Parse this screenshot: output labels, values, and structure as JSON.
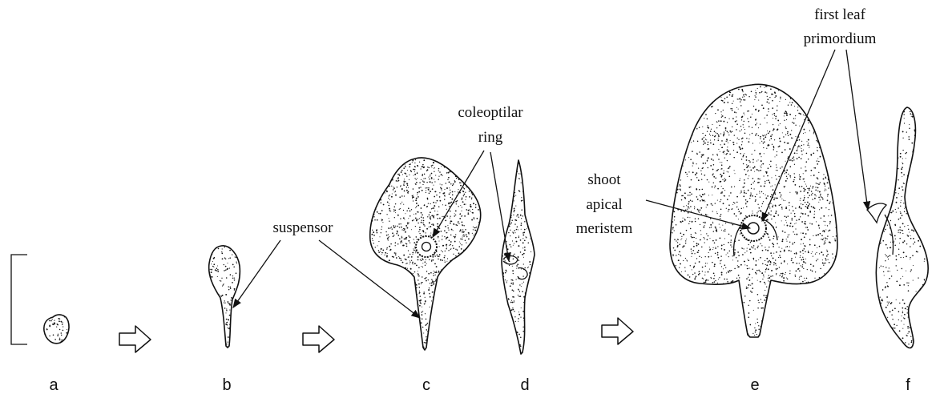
{
  "stage_labels": {
    "a": "a",
    "b": "b",
    "c": "c",
    "d": "d",
    "e": "e",
    "f": "f"
  },
  "annotations": {
    "suspensor": "suspensor",
    "coleoptilar_line1": "coleoptilar",
    "coleoptilar_line2": "ring",
    "shoot_line1": "shoot",
    "shoot_line2": "apical",
    "shoot_line3": "meristem",
    "leaf_line1": "first leaf",
    "leaf_line2": "primordium"
  },
  "icons": {
    "step": "outline-arrow-right-icon",
    "pointer": "arrowhead-icon"
  },
  "colors": {
    "ink": "#111111",
    "background": "#ffffff"
  }
}
